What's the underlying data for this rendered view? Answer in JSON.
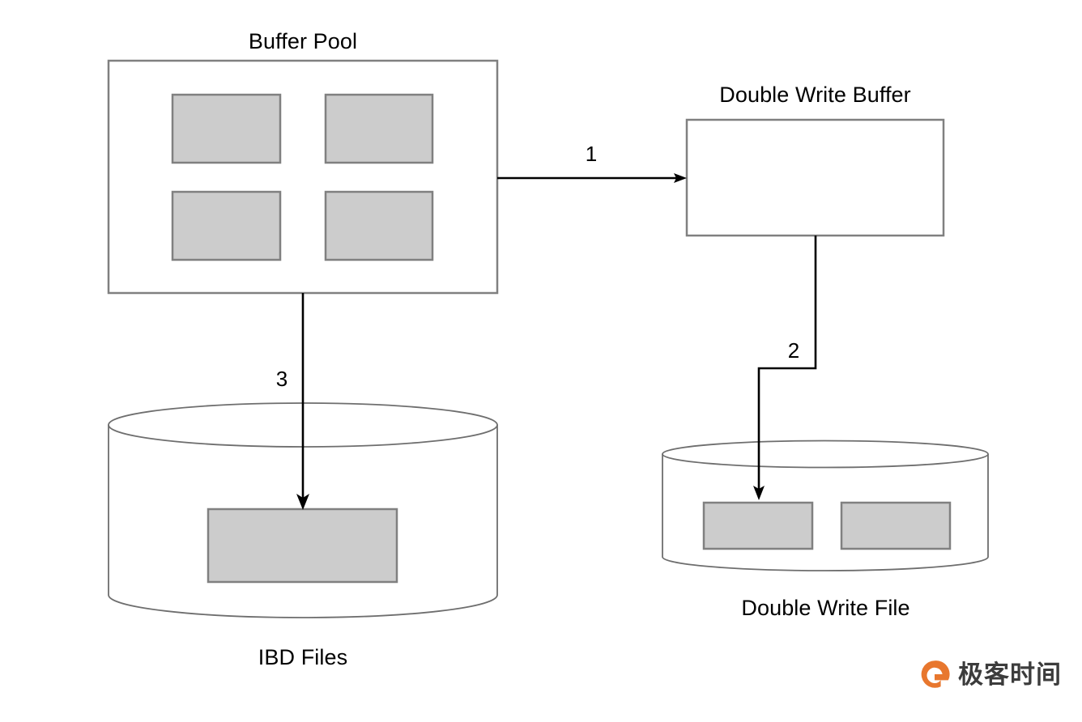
{
  "diagram": {
    "title_alt": "MySQL InnoDB Double Write Buffer flush flow",
    "nodes": {
      "buffer_pool": {
        "label": "Buffer Pool",
        "pages": 4
      },
      "double_write_buffer": {
        "label": "Double Write Buffer"
      },
      "ibd_files": {
        "label": "IBD Files",
        "pages": 1
      },
      "double_write_file": {
        "label": "Double Write File",
        "pages": 2
      }
    },
    "edges": [
      {
        "id": "edge-1",
        "label": "1",
        "from": "buffer_pool",
        "to": "double_write_buffer"
      },
      {
        "id": "edge-2",
        "label": "2",
        "from": "double_write_buffer",
        "to": "double_write_file"
      },
      {
        "id": "edge-3",
        "label": "3",
        "from": "buffer_pool",
        "to": "ibd_files"
      }
    ],
    "colors": {
      "page_fill": "#cccccc",
      "page_stroke": "#808080",
      "box_stroke": "#808080",
      "cylinder_stroke": "#6e6e6e",
      "arrow": "#000000",
      "text": "#000000",
      "watermark_orange": "#e8772e",
      "watermark_text": "#3c3c3c"
    }
  },
  "watermark": {
    "text": "极客时间",
    "logo": "geektime-circle-logo"
  }
}
